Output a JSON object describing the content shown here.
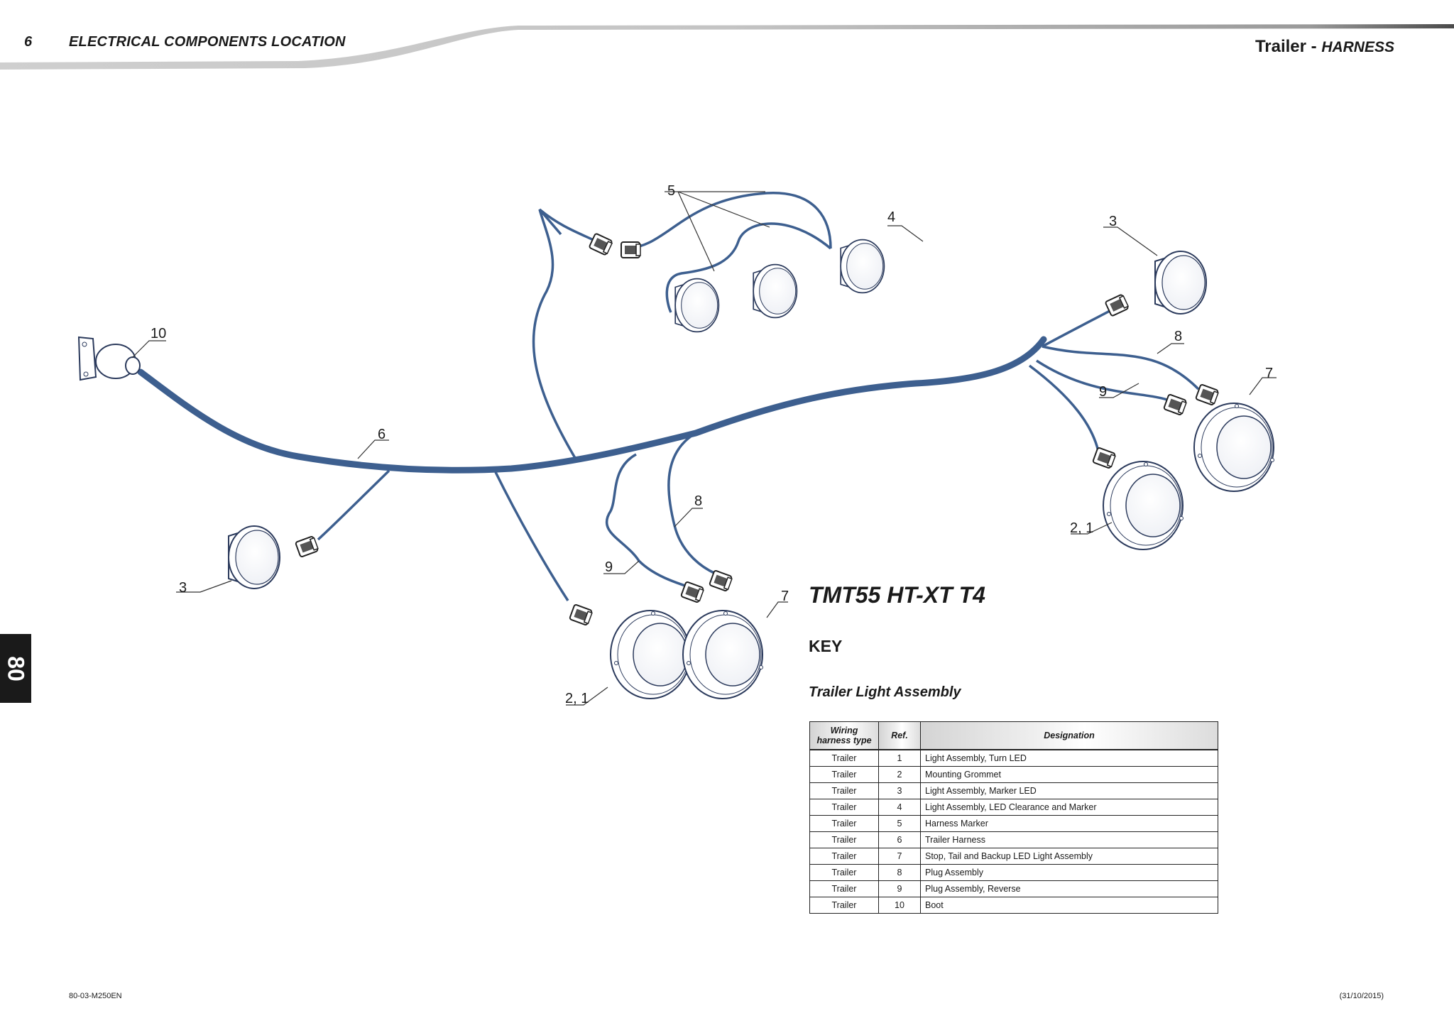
{
  "header": {
    "chapter_number": "6",
    "chapter_title": "ELECTRICAL COMPONENTS LOCATION",
    "section_title": "Trailer - ",
    "section_subtitle": "HARNESS"
  },
  "side_tab": "80",
  "diagram": {
    "callouts": {
      "boot": "10",
      "harness": "6",
      "marker_left": "3",
      "marker_right": "3",
      "harness_marker": "5",
      "clearance": "4",
      "plug_mid": "8",
      "plug_rev_mid": "9",
      "turn_mid": "2, 1",
      "stop_mid": "7",
      "plug_right": "8",
      "plug_rev_right": "9",
      "stop_right": "7",
      "turn_right": "2, 1"
    }
  },
  "model_title": "TMT55 HT-XT T4",
  "key_title": "KEY",
  "key_subtitle": "Trailer Light Assembly",
  "table": {
    "headers": [
      "Wiring harness type",
      "Ref.",
      "Designation"
    ],
    "rows": [
      [
        "Trailer",
        "1",
        "Light Assembly, Turn LED"
      ],
      [
        "Trailer",
        "2",
        "Mounting Grommet"
      ],
      [
        "Trailer",
        "3",
        "Light Assembly, Marker LED"
      ],
      [
        "Trailer",
        "4",
        "Light Assembly, LED Clearance and Marker"
      ],
      [
        "Trailer",
        "5",
        "Harness Marker"
      ],
      [
        "Trailer",
        "6",
        "Trailer Harness"
      ],
      [
        "Trailer",
        "7",
        "Stop, Tail and Backup LED Light Assembly"
      ],
      [
        "Trailer",
        "8",
        "Plug Assembly"
      ],
      [
        "Trailer",
        "9",
        "Plug Assembly, Reverse"
      ],
      [
        "Trailer",
        "10",
        "Boot"
      ]
    ]
  },
  "footer": {
    "doc_code": "80-03-M250EN",
    "date": "(31/10/2015)"
  },
  "colors": {
    "harness": "#3d5f8f",
    "outline": "#2b3a5c"
  }
}
